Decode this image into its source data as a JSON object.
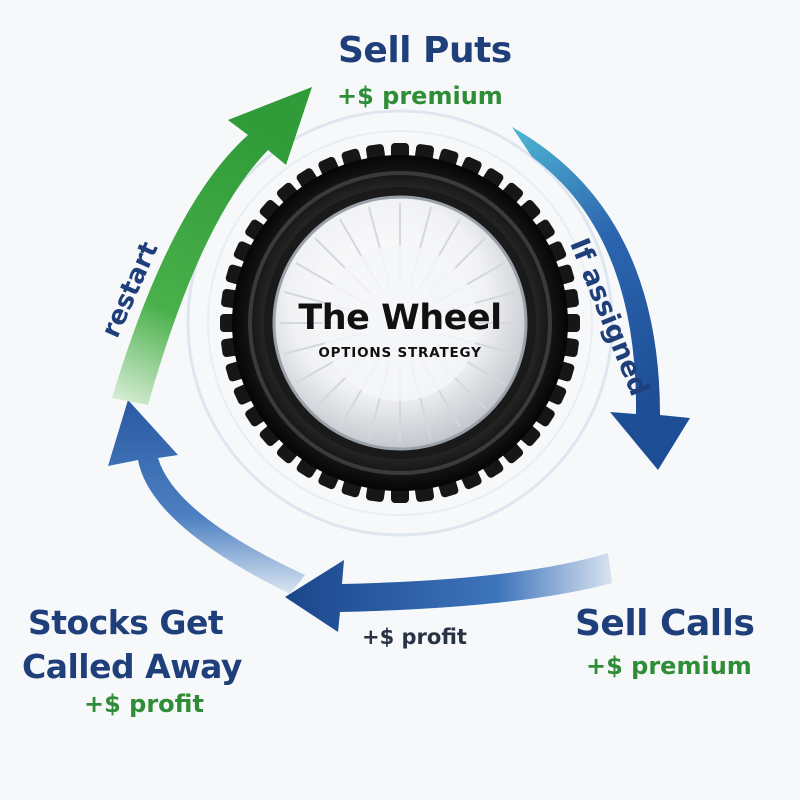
{
  "center": {
    "title": "The Wheel",
    "subtitle": "OPTIONS STRATEGY"
  },
  "stages": {
    "sell_puts": {
      "title": "Sell Puts",
      "detail": "+$ premium"
    },
    "sell_calls": {
      "title": "Sell Calls",
      "detail": "+$ premium"
    },
    "called_away": {
      "title_line1": "Stocks Get",
      "title_line2": "Called Away",
      "detail": "+$ profit"
    }
  },
  "transitions": {
    "if_assigned": "If assigned",
    "profit": "+$ profit",
    "restart": "restart"
  },
  "colors": {
    "navy": "#1f3f7a",
    "blue": "#2d5ea8",
    "teal": "#3aa6c9",
    "green": "#3aa33c",
    "premium_green": "#2e8d36"
  }
}
